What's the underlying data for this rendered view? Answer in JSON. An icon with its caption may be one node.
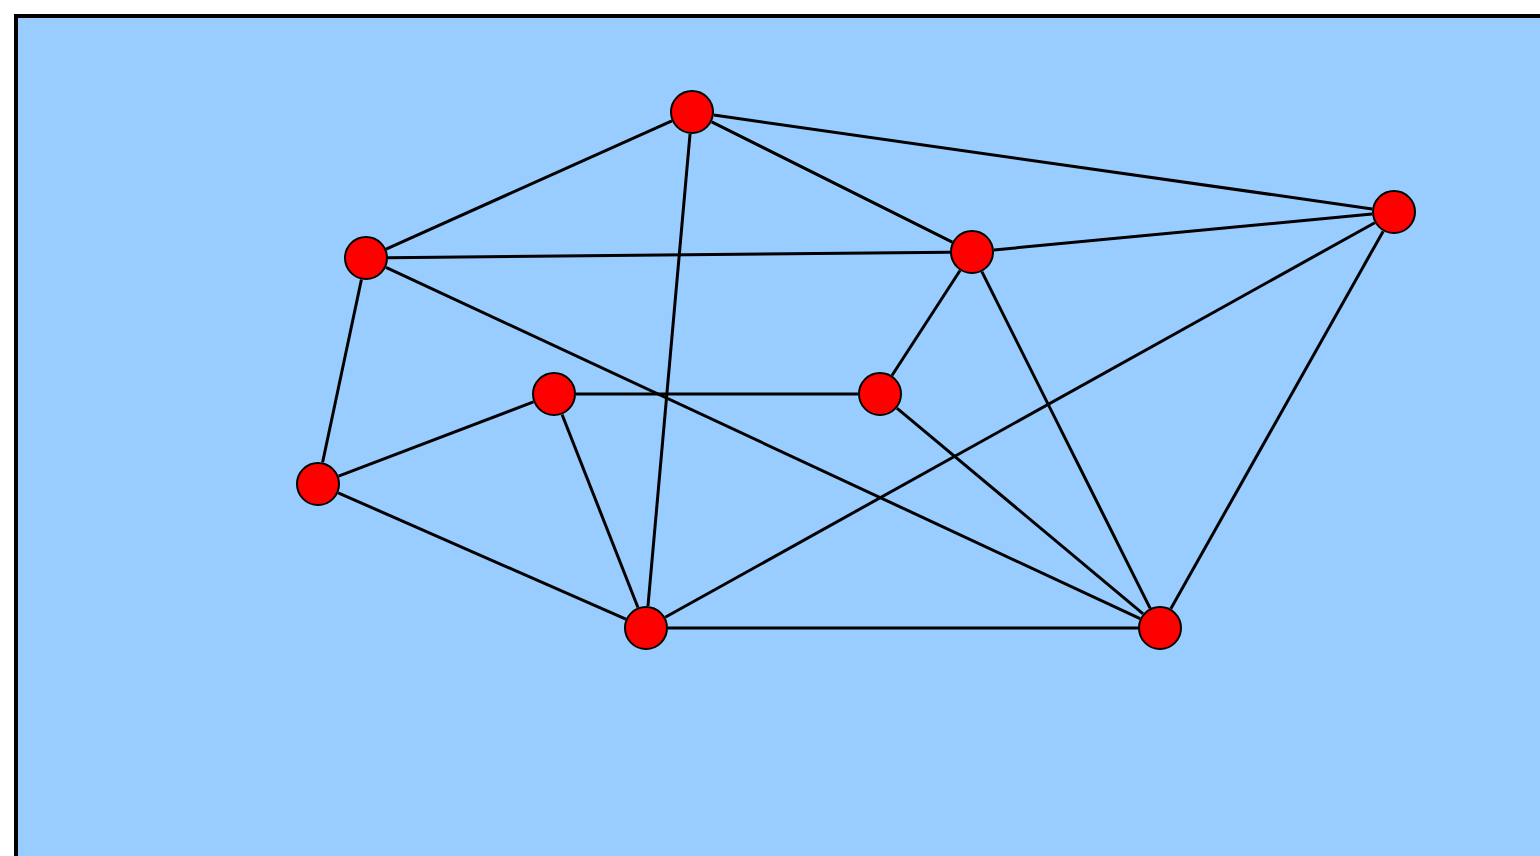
{
  "diagram": {
    "nodes": [
      {
        "text": [],
        "shape": "circle"
      },
      {
        "text": [],
        "shape": "circle"
      },
      {
        "text": [],
        "shape": "circle"
      },
      {
        "text": [],
        "shape": "circle"
      },
      {
        "text": [],
        "shape": "circle"
      },
      {
        "text": [],
        "shape": "circle"
      },
      {
        "text": [],
        "shape": "circle"
      },
      {
        "text": [],
        "shape": "circle"
      },
      {
        "text": [],
        "shape": "circle"
      }
    ],
    "edges": [
      {
        "from": 0,
        "to": 3,
        "arrow": "none"
      },
      {
        "from": 0,
        "to": 1,
        "arrow": "none"
      },
      {
        "from": 0,
        "to": 2,
        "arrow": "none"
      },
      {
        "from": 0,
        "to": 7,
        "arrow": "none"
      },
      {
        "from": 3,
        "to": 2,
        "arrow": "none"
      },
      {
        "from": 3,
        "to": 6,
        "arrow": "none"
      },
      {
        "from": 3,
        "to": 8,
        "arrow": "none"
      },
      {
        "from": 2,
        "to": 1,
        "arrow": "none"
      },
      {
        "from": 2,
        "to": 5,
        "arrow": "none"
      },
      {
        "from": 2,
        "to": 8,
        "arrow": "none"
      },
      {
        "from": 1,
        "to": 7,
        "arrow": "none"
      },
      {
        "from": 1,
        "to": 8,
        "arrow": "none"
      },
      {
        "from": 4,
        "to": 5,
        "arrow": "none"
      },
      {
        "from": 6,
        "to": 4,
        "arrow": "none"
      },
      {
        "from": 4,
        "to": 7,
        "arrow": "none"
      },
      {
        "from": 5,
        "to": 8,
        "arrow": "none"
      },
      {
        "from": 7,
        "to": 8,
        "arrow": "none"
      },
      {
        "from": 6,
        "to": 7,
        "arrow": "none"
      }
    ]
  }
}
